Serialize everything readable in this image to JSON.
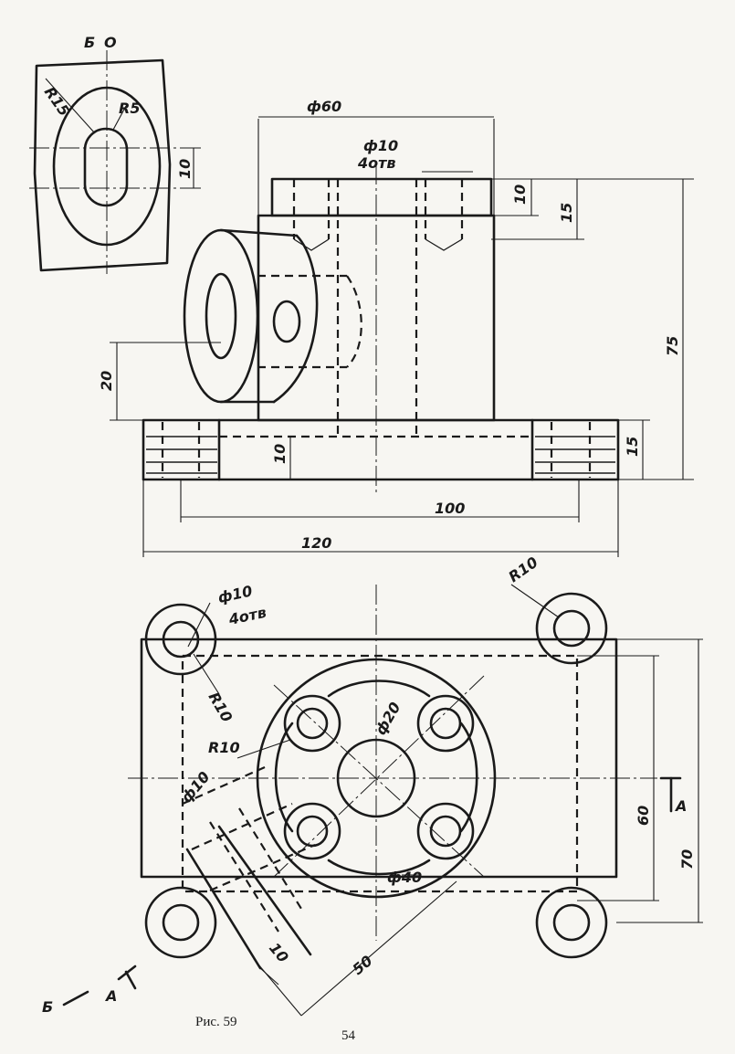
{
  "view_labels": {
    "view_b": "Б",
    "view_b_arrow": "Б",
    "section_a_top": "А",
    "section_a_left": "А"
  },
  "dimensions": {
    "phi60": "ф60",
    "phi10_4holes_top": "ф10",
    "holes4_top": "4отв",
    "depth10": "10",
    "depth15": "15",
    "h75": "75",
    "h20": "20",
    "base10": "10",
    "base15": "15",
    "w100": "100",
    "w120": "120",
    "r15": "R15",
    "r5": "R5",
    "slot10": "10",
    "phi10_4holes_plan": "ф10",
    "holes4_plan": "4отв",
    "r10_tr": "R10",
    "r10_tl": "R10",
    "r10_inner": "R10",
    "phi20": "ф20",
    "phi40": "ф40",
    "phi10_boss": "ф10",
    "d60": "60",
    "d70": "70",
    "d10_boss": "10",
    "d50": "50"
  },
  "caption": "Рис. 59",
  "page_number": "54"
}
